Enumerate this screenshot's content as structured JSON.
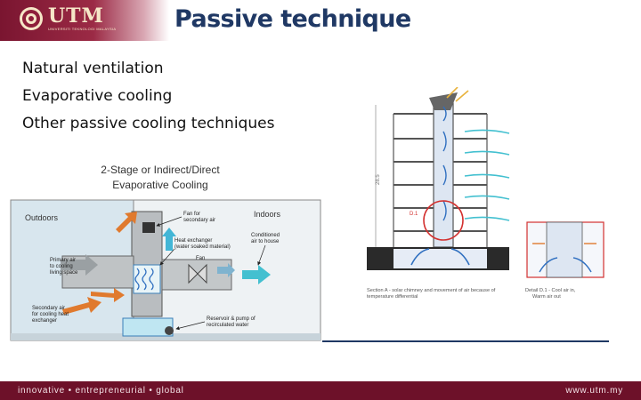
{
  "header": {
    "logo_text": "UTM",
    "logo_subtext": "UNIVERSITI TEKNOLOGI MALAYSIA",
    "title": "Passive technique"
  },
  "bullets": [
    "Natural ventilation",
    "Evaporative cooling",
    "Other passive cooling techniques"
  ],
  "evaporative_diagram": {
    "title_line1": "2-Stage or Indirect/Direct",
    "title_line2": "Evaporative Cooling",
    "outdoors": "Outdoors",
    "indoors": "Indoors",
    "fan_secondary_1": "Fan for",
    "fan_secondary_2": "secondary air",
    "heat_exchanger_1": "Heat exchanger",
    "heat_exchanger_2": "(water soaked material)",
    "fan": "Fan",
    "conditioned_1": "Conditioned",
    "conditioned_2": "air to house",
    "primary_1": "Primary air",
    "primary_2": "to cooling",
    "primary_3": "living space",
    "secondary_1": "Secondary air",
    "secondary_2": "for cooling heat",
    "secondary_3": "exchanger",
    "reservoir_1": "Reservoir & pump of",
    "reservoir_2": "recirculated water"
  },
  "chimney_diagram": {
    "dimension": "28.5",
    "detail_marker": "D.1",
    "section_caption_1": "Section A - solar chimney and movement of air because of",
    "section_caption_2": "temperature differential",
    "detail_caption_1": "Detail D.1 - Cool air in,",
    "detail_caption_2": "Warm air out"
  },
  "footer": {
    "tagline": "innovative • entrepreneurial • global",
    "url": "www.utm.my"
  },
  "colors": {
    "brand_maroon": "#6d1129",
    "title_navy": "#1f3864",
    "warm_air": "#e07a2e",
    "cool_air": "#2f6fc0",
    "fresh_air": "#43c0d0",
    "highlight_red": "#d3302f"
  }
}
